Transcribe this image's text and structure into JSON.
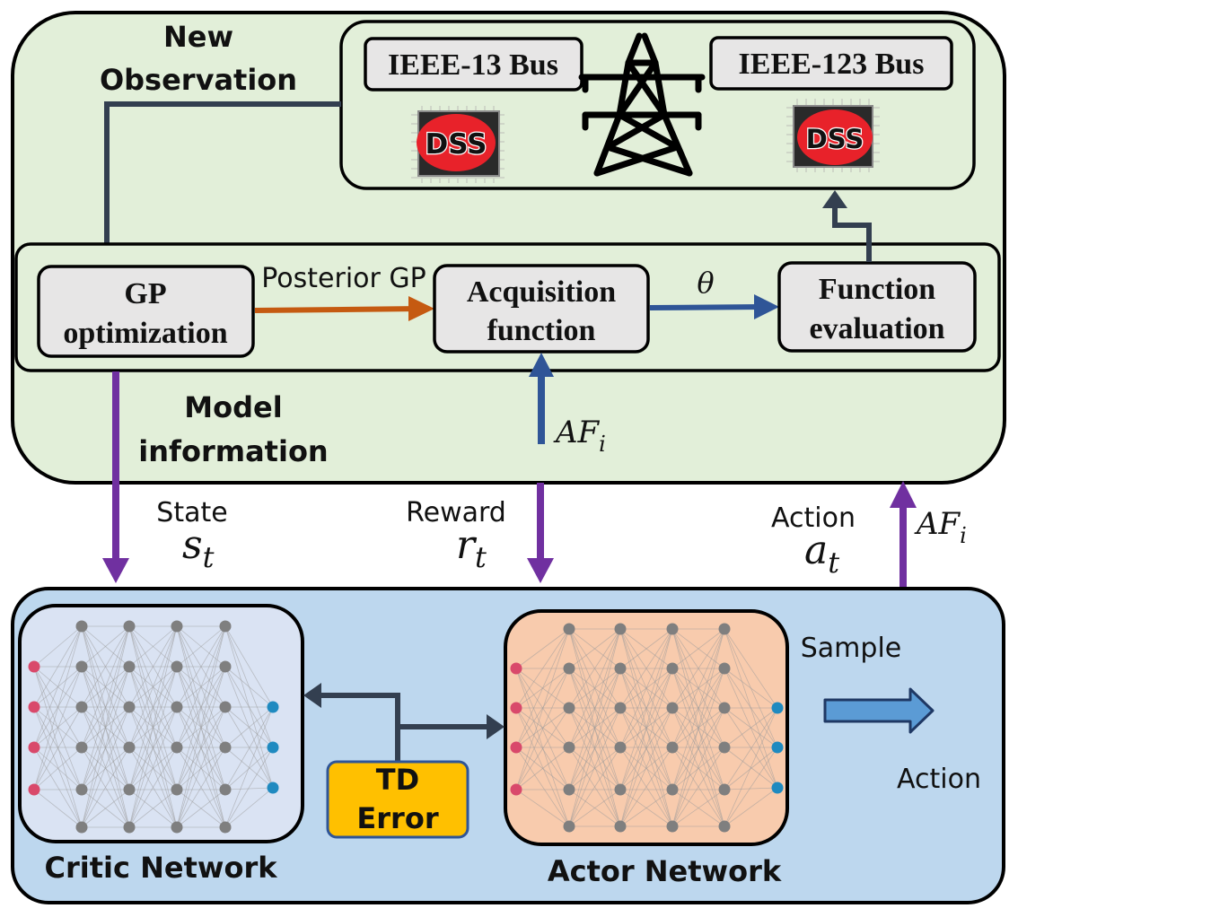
{
  "labels": {
    "new_observation_line1": "New",
    "new_observation_line2": "Observation",
    "ieee13": "IEEE-13 Bus",
    "ieee123": "IEEE-123 Bus",
    "dss_left": "DSS",
    "dss_right": "DSS",
    "gp_line1": "GP",
    "gp_line2": "optimization",
    "posterior_gp": "Posterior GP",
    "acq_line1": "Acquisition",
    "acq_line2": "function",
    "theta": "θ",
    "func_line1": "Function",
    "func_line2": "evaluation",
    "model_info_line1": "Model",
    "model_info_line2": "information",
    "af_top_base": "AF",
    "af_top_sub": "i",
    "state_label": "State",
    "state_sym_base": "s",
    "state_sym_sub": "t",
    "reward_label": "Reward",
    "reward_sym_base": "r",
    "reward_sym_sub": "t",
    "action_label": "Action",
    "action_sym_base": "a",
    "action_sym_sub": "t",
    "af_right_base": "AF",
    "af_right_sub": "i",
    "critic_network": "Critic Network",
    "actor_network": "Actor Network",
    "td_line1": "TD",
    "td_line2": "Error",
    "sample": "Sample",
    "action_out": "Action"
  },
  "colors": {
    "top_panel_bg": "#e2efd9",
    "bottom_panel_bg": "#bdd7ee",
    "box_fill": "#e7e6e6",
    "orange_arrow": "#c55a11",
    "blue_arrow": "#2f5597",
    "purple_arrow": "#7030a0",
    "dark_arrow": "#333f50",
    "td_fill": "#ffc000",
    "critic_fill": "#dae3f3",
    "actor_fill": "#f8cbad",
    "input_node": "#d9496b",
    "hidden_node": "#7f7f7f",
    "output_node": "#1f8ac0",
    "dss_red": "#e8222a"
  },
  "icons": [
    "transmission-tower-icon",
    "dss-chip-icon",
    "neural-network-icon",
    "block-arrow-icon"
  ]
}
